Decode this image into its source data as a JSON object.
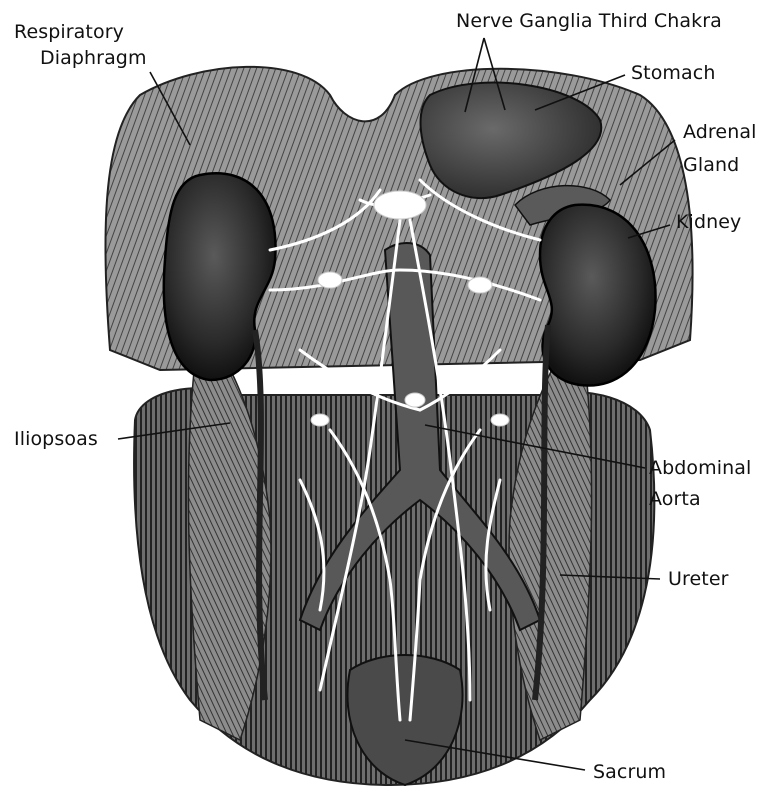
{
  "labels": {
    "respiratory": "Respiratory",
    "diaphragm": "Diaphragm",
    "nerve_ganglia": "Nerve Ganglia Third Chakra",
    "stomach": "Stomach",
    "adrenal": "Adrenal",
    "gland": "Gland",
    "kidney": "Kidney",
    "iliopsoas": "Iliopsoas",
    "abdominal": "Abdominal",
    "aorta": "Aorta",
    "ureter": "Ureter",
    "sacrum": "Sacrum"
  },
  "colors": {
    "ink": "#111111",
    "tissue_dark": "#3a3a3a",
    "tissue_mid": "#7a7a7a",
    "tissue_light": "#bdbdbd",
    "nerve": "#ffffff"
  }
}
